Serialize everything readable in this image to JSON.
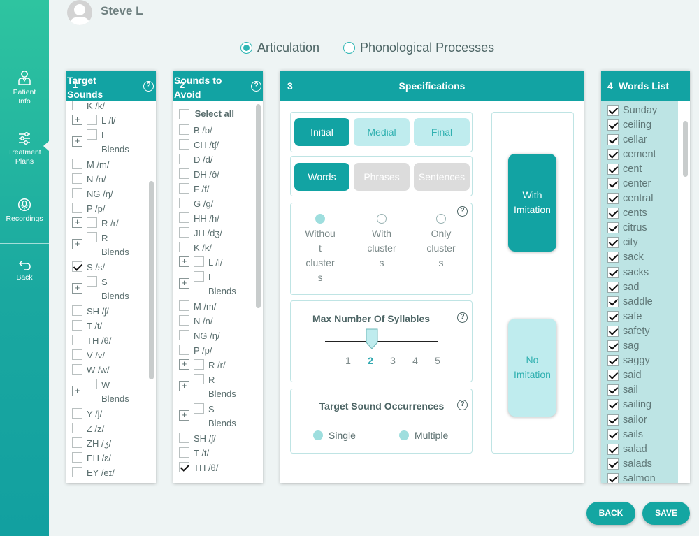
{
  "user": {
    "name": "Steve L"
  },
  "nav": [
    {
      "label_1": "Patient",
      "label_2": "Info",
      "icon": "patient-icon"
    },
    {
      "label_1": "Treatment",
      "label_2": "Plans",
      "icon": "sliders-icon"
    },
    {
      "label_1": "Recordings",
      "label_2": "",
      "icon": "recordings-icon"
    },
    {
      "label_1": "Back",
      "label_2": "",
      "icon": "back-arrow-icon"
    }
  ],
  "mode": {
    "options": [
      "Articulation",
      "Phonological Processes"
    ],
    "selected": "Articulation"
  },
  "target": {
    "number": "1",
    "title_1": "Target",
    "title_2": "Sounds",
    "help": "?",
    "items": [
      {
        "plus": false,
        "checked": false,
        "line1": "K /k/",
        "line2": ""
      },
      {
        "plus": true,
        "checked": false,
        "line1": "L /l/",
        "line2": ""
      },
      {
        "plus": true,
        "checked": false,
        "line1": "L",
        "line2": "Blends"
      },
      {
        "plus": false,
        "checked": false,
        "line1": "M /m/",
        "line2": ""
      },
      {
        "plus": false,
        "checked": false,
        "line1": "N /n/",
        "line2": ""
      },
      {
        "plus": false,
        "checked": false,
        "line1": "NG /ŋ/",
        "line2": ""
      },
      {
        "plus": false,
        "checked": false,
        "line1": "P /p/",
        "line2": ""
      },
      {
        "plus": true,
        "checked": false,
        "line1": "R /r/",
        "line2": ""
      },
      {
        "plus": true,
        "checked": false,
        "line1": "R",
        "line2": "Blends"
      },
      {
        "plus": false,
        "checked": true,
        "line1": "S /s/",
        "line2": ""
      },
      {
        "plus": true,
        "checked": false,
        "line1": "S",
        "line2": "Blends"
      },
      {
        "plus": false,
        "checked": false,
        "line1": "SH /ʃ/",
        "line2": ""
      },
      {
        "plus": false,
        "checked": false,
        "line1": "T /t/",
        "line2": ""
      },
      {
        "plus": false,
        "checked": false,
        "line1": "TH /θ/",
        "line2": ""
      },
      {
        "plus": false,
        "checked": false,
        "line1": "V /v/",
        "line2": ""
      },
      {
        "plus": false,
        "checked": false,
        "line1": "W /w/",
        "line2": ""
      },
      {
        "plus": true,
        "checked": false,
        "line1": "W",
        "line2": "Blends"
      },
      {
        "plus": false,
        "checked": false,
        "line1": "Y /j/",
        "line2": ""
      },
      {
        "plus": false,
        "checked": false,
        "line1": "Z /z/",
        "line2": ""
      },
      {
        "plus": false,
        "checked": false,
        "line1": "ZH /ʒ/",
        "line2": ""
      },
      {
        "plus": false,
        "checked": false,
        "line1": "EH /ɛ/",
        "line2": ""
      },
      {
        "plus": false,
        "checked": false,
        "line1": "EY /eɪ/",
        "line2": ""
      }
    ]
  },
  "avoid": {
    "number": "2",
    "title_1": "Sounds to",
    "title_2": "Avoid",
    "help": "?",
    "select_all": "Select all",
    "items": [
      {
        "plus": false,
        "checked": false,
        "line1": "B /b/",
        "line2": ""
      },
      {
        "plus": false,
        "checked": false,
        "line1": "CH /tʃ/",
        "line2": ""
      },
      {
        "plus": false,
        "checked": false,
        "line1": "D /d/",
        "line2": ""
      },
      {
        "plus": false,
        "checked": false,
        "line1": "DH /ð/",
        "line2": ""
      },
      {
        "plus": false,
        "checked": false,
        "line1": "F /f/",
        "line2": ""
      },
      {
        "plus": false,
        "checked": false,
        "line1": "G /g/",
        "line2": ""
      },
      {
        "plus": false,
        "checked": false,
        "line1": "HH /h/",
        "line2": ""
      },
      {
        "plus": false,
        "checked": false,
        "line1": "JH /dʒ/",
        "line2": ""
      },
      {
        "plus": false,
        "checked": false,
        "line1": "K /k/",
        "line2": ""
      },
      {
        "plus": true,
        "checked": false,
        "line1": "L /l/",
        "line2": ""
      },
      {
        "plus": true,
        "checked": false,
        "line1": "L",
        "line2": "Blends"
      },
      {
        "plus": false,
        "checked": false,
        "line1": "M /m/",
        "line2": ""
      },
      {
        "plus": false,
        "checked": false,
        "line1": "N /n/",
        "line2": ""
      },
      {
        "plus": false,
        "checked": false,
        "line1": "NG /ŋ/",
        "line2": ""
      },
      {
        "plus": false,
        "checked": false,
        "line1": "P /p/",
        "line2": ""
      },
      {
        "plus": true,
        "checked": false,
        "line1": "R /r/",
        "line2": ""
      },
      {
        "plus": true,
        "checked": false,
        "line1": "R",
        "line2": "Blends"
      },
      {
        "plus": true,
        "checked": false,
        "line1": "S",
        "line2": "Blends"
      },
      {
        "plus": false,
        "checked": false,
        "line1": "SH /ʃ/",
        "line2": ""
      },
      {
        "plus": false,
        "checked": false,
        "line1": "T /t/",
        "line2": ""
      },
      {
        "plus": false,
        "checked": true,
        "line1": "TH /θ/",
        "line2": ""
      }
    ]
  },
  "specs": {
    "number": "3",
    "title": "Specifications",
    "position": [
      {
        "label": "Initial",
        "state": "on"
      },
      {
        "label": "Medial",
        "state": "soft"
      },
      {
        "label": "Final",
        "state": "soft"
      }
    ],
    "unit": [
      {
        "label": "Words",
        "state": "on"
      },
      {
        "label": "Phrases",
        "state": "off"
      },
      {
        "label": "Sentences",
        "state": "off"
      }
    ],
    "clusters": [
      {
        "lines": [
          "Withou",
          "t",
          "cluster",
          "s"
        ],
        "selected": true
      },
      {
        "lines": [
          "With",
          "cluster",
          "s"
        ],
        "selected": false
      },
      {
        "lines": [
          "Only",
          "cluster",
          "s"
        ],
        "selected": false
      }
    ],
    "help": "?",
    "syllables": {
      "title": "Max Number Of Syllables",
      "ticks": [
        "1",
        "2",
        "3",
        "4",
        "5"
      ],
      "value": 2
    },
    "occurrences": {
      "title": "Target Sound Occurrences",
      "options": [
        {
          "label": "Single",
          "selected": true
        },
        {
          "label": "Multiple",
          "selected": true
        }
      ]
    },
    "imitation": [
      {
        "line1": "With",
        "line2": "Imitation",
        "state": "on"
      },
      {
        "line1": "No",
        "line2": "Imitation",
        "state": "soft"
      }
    ]
  },
  "words": {
    "number": "4",
    "title": "Words List",
    "items": [
      "Sunday",
      "ceiling",
      "cellar",
      "cement",
      "cent",
      "center",
      "central",
      "cents",
      "citrus",
      "city",
      "sack",
      "sacks",
      "sad",
      "saddle",
      "safe",
      "safety",
      "sag",
      "saggy",
      "said",
      "sail",
      "sailing",
      "sailor",
      "sails",
      "salad",
      "salads",
      "salmon"
    ]
  },
  "buttons": {
    "back": "BACK",
    "save": "SAVE"
  },
  "colors": {
    "accent": "#12a3a3",
    "soft": "#bfecee",
    "sidebar_top": "#2ec4a0",
    "sidebar_bottom": "#12a0a0"
  }
}
